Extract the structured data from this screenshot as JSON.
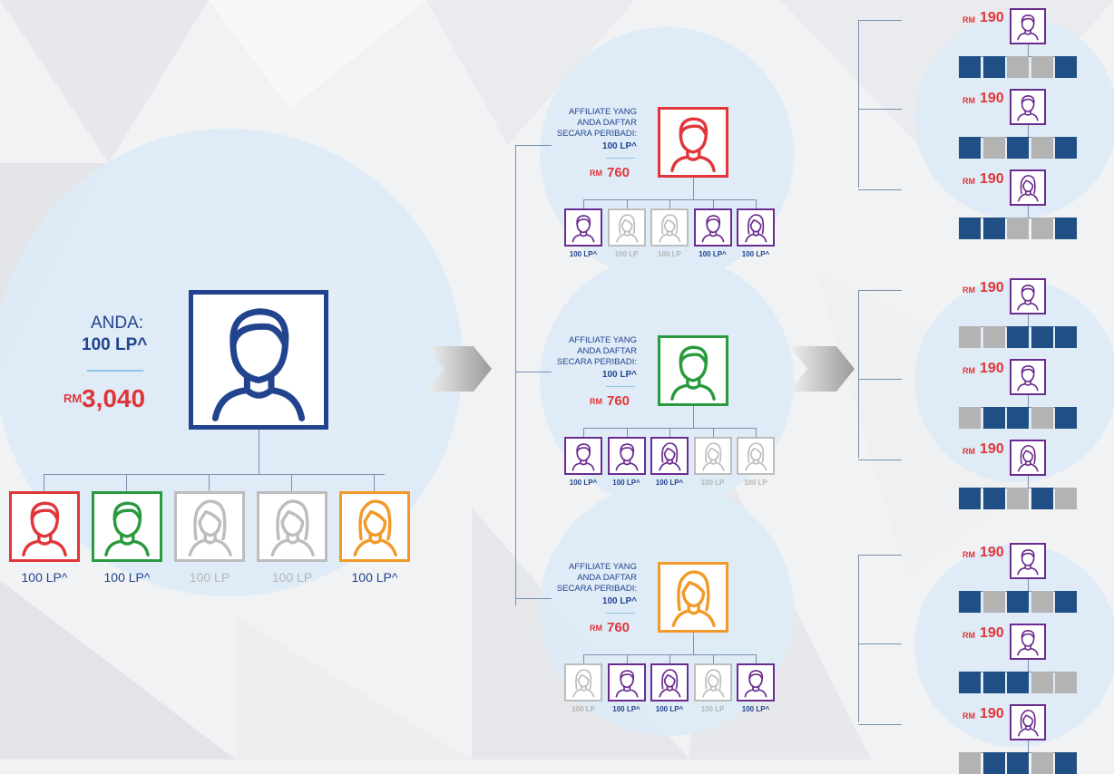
{
  "colors": {
    "navy": "#22448f",
    "red": "#e0363a",
    "green": "#2a9a3e",
    "orange": "#f19a2a",
    "purple": "#6b2c8f",
    "gray": "#bdbdbd",
    "dark_square": "#1f4f84",
    "light_square": "#b3b3b3",
    "circle": "#ddecf6"
  },
  "you": {
    "label": "ANDA:",
    "lp": "100 LP^",
    "currency": "RM",
    "amount": "3,040",
    "icon": "male-avatar-icon"
  },
  "you_recruits": [
    {
      "icon": "male-avatar-icon",
      "color": "red",
      "lp": "100 LP^"
    },
    {
      "icon": "male-avatar-icon",
      "color": "green",
      "lp": "100 LP^"
    },
    {
      "icon": "female-avatar-icon",
      "color": "gray",
      "lp": "100 LP"
    },
    {
      "icon": "female-avatar-icon",
      "color": "gray",
      "lp": "100 LP"
    },
    {
      "icon": "female-avatar-icon",
      "color": "orange",
      "lp": "100 LP^"
    }
  ],
  "affiliates": [
    {
      "lines": [
        "AFFILIATE YANG",
        "ANDA DAFTAR",
        "SECARA PERIBADI:"
      ],
      "lp": "100 LP^",
      "currency": "RM",
      "amount": "760",
      "color": "red",
      "recruits": [
        {
          "g": "m",
          "active": true,
          "lp": "100 LP^"
        },
        {
          "g": "f",
          "active": false,
          "lp": "100 LP"
        },
        {
          "g": "f",
          "active": false,
          "lp": "100 LP"
        },
        {
          "g": "m",
          "active": true,
          "lp": "100 LP^"
        },
        {
          "g": "f",
          "active": true,
          "lp": "100 LP^"
        }
      ]
    },
    {
      "lines": [
        "AFFILIATE YANG",
        "ANDA DAFTAR",
        "SECARA PERIBADI:"
      ],
      "lp": "100 LP^",
      "currency": "RM",
      "amount": "760",
      "color": "green",
      "recruits": [
        {
          "g": "m",
          "active": true,
          "lp": "100 LP^"
        },
        {
          "g": "m",
          "active": true,
          "lp": "100 LP^"
        },
        {
          "g": "f",
          "active": true,
          "lp": "100 LP^"
        },
        {
          "g": "f",
          "active": false,
          "lp": "100 LP"
        },
        {
          "g": "f",
          "active": false,
          "lp": "100 LP"
        }
      ]
    },
    {
      "lines": [
        "AFFILIATE YANG",
        "ANDA DAFTAR",
        "SECARA PERIBADI:"
      ],
      "lp": "100 LP^",
      "currency": "RM",
      "amount": "760",
      "color": "orange",
      "recruits": [
        {
          "g": "f",
          "active": false,
          "lp": "100 LP"
        },
        {
          "g": "m",
          "active": true,
          "lp": "100 LP^"
        },
        {
          "g": "f",
          "active": true,
          "lp": "100 LP^"
        },
        {
          "g": "f",
          "active": false,
          "lp": "100 LP"
        },
        {
          "g": "m",
          "active": true,
          "lp": "100 LP^"
        }
      ]
    }
  ],
  "third_level": [
    [
      {
        "currency": "RM",
        "amount": "190",
        "g": "m",
        "squares": [
          1,
          1,
          0,
          0,
          1
        ]
      },
      {
        "currency": "RM",
        "amount": "190",
        "g": "m",
        "squares": [
          1,
          0,
          1,
          0,
          1
        ]
      },
      {
        "currency": "RM",
        "amount": "190",
        "g": "f",
        "squares": [
          1,
          1,
          0,
          0,
          1
        ]
      }
    ],
    [
      {
        "currency": "RM",
        "amount": "190",
        "g": "m",
        "squares": [
          0,
          0,
          1,
          1,
          1
        ]
      },
      {
        "currency": "RM",
        "amount": "190",
        "g": "m",
        "squares": [
          0,
          1,
          1,
          0,
          1
        ]
      },
      {
        "currency": "RM",
        "amount": "190",
        "g": "f",
        "squares": [
          1,
          1,
          0,
          1,
          0
        ]
      }
    ],
    [
      {
        "currency": "RM",
        "amount": "190",
        "g": "m",
        "squares": [
          1,
          0,
          1,
          0,
          1
        ]
      },
      {
        "currency": "RM",
        "amount": "190",
        "g": "m",
        "squares": [
          1,
          1,
          1,
          0,
          0
        ]
      },
      {
        "currency": "RM",
        "amount": "190",
        "g": "f",
        "squares": [
          0,
          1,
          1,
          0,
          1
        ]
      }
    ]
  ],
  "arrows": [
    "arrow-right-icon",
    "arrow-right-icon"
  ]
}
